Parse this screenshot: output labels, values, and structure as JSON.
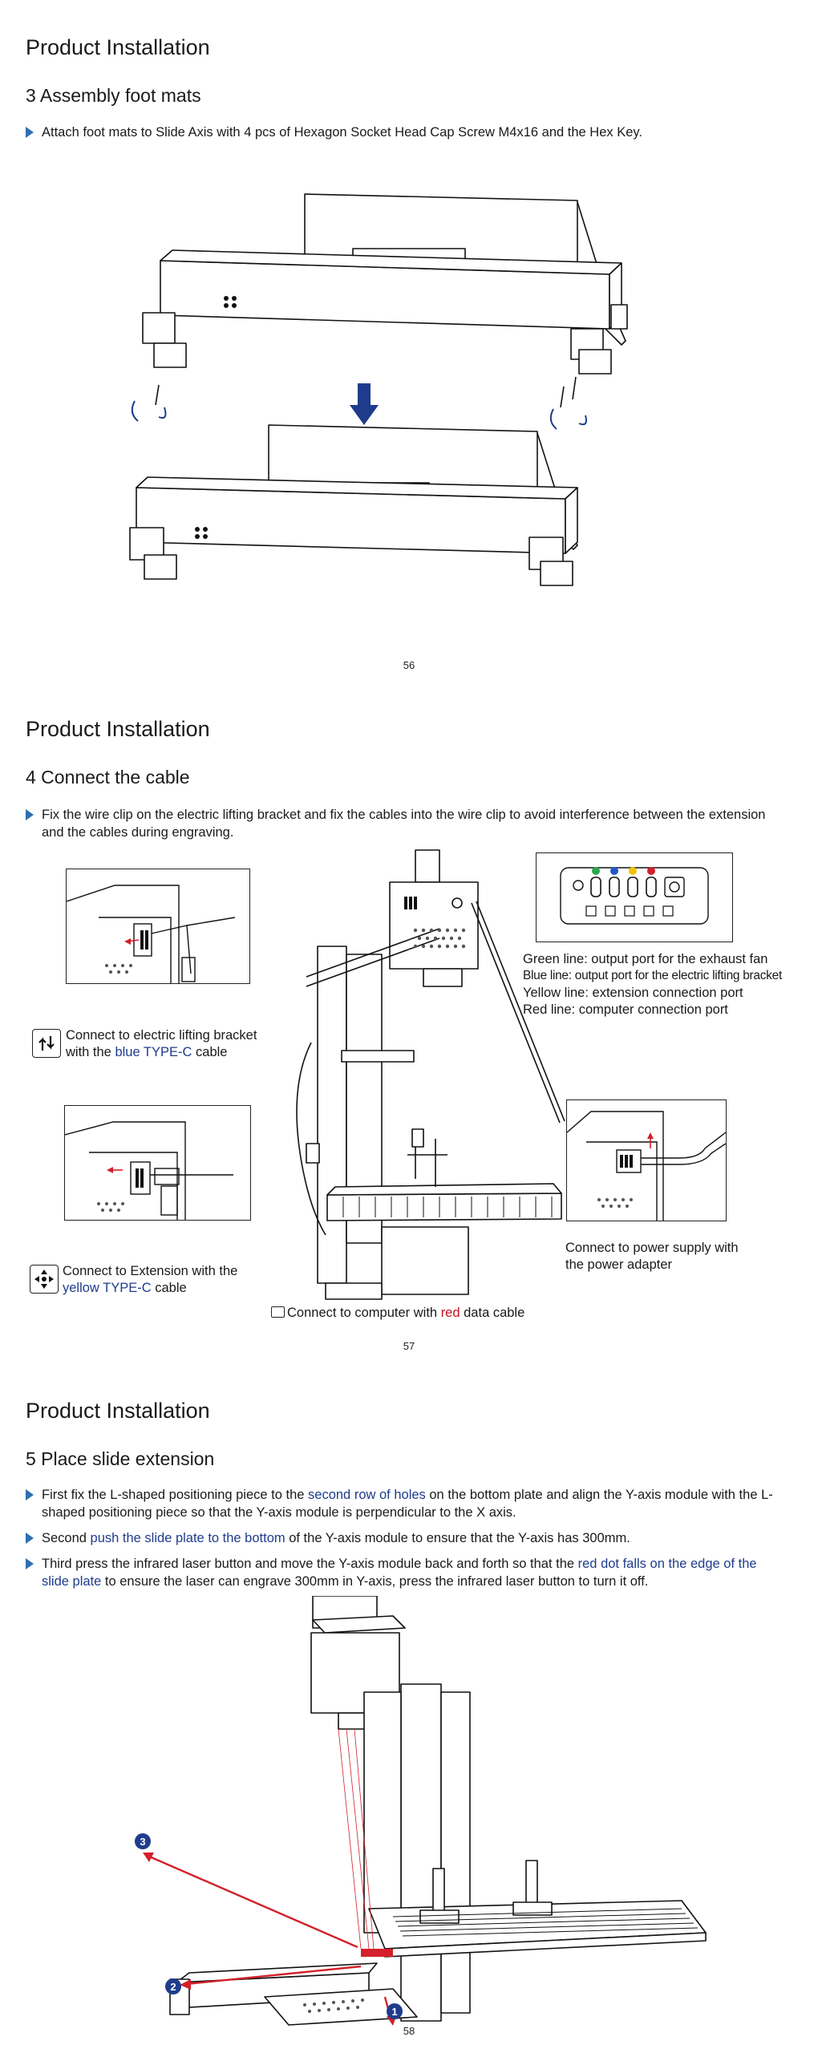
{
  "pages": [
    {
      "title": "Product Installation",
      "section": "3 Assembly foot mats",
      "bullets": [
        "Attach foot mats  to Slide Axis with 4 pcs of Hexagon Socket Head Cap Screw  M4x16  and the Hex Key."
      ],
      "page_number": "56"
    },
    {
      "title": "Product Installation",
      "section": "4 Connect the cable",
      "bullets": [
        "Fix the wire clip on the electric lifting bracket and fix the cables into the wire clip to avoid interference between the extension and the cables during engraving."
      ],
      "captions": {
        "lifting_a": "Connect to electric lifting bracket",
        "lifting_b": "with the ",
        "lifting_c": "blue TYPE-C",
        "lifting_d": " cable",
        "ext_a": "Connect to Extension with the",
        "ext_b": "yellow TYPE-C",
        "ext_c": " cable",
        "power_a": "Connect to power supply with",
        "power_b": "the power adapter",
        "computer_a": "Connect to computer with ",
        "computer_b": "red",
        "computer_c": " data cable"
      },
      "legend": [
        "Green line: output port for the exhaust fan",
        "Blue line: output port for the electric lifting bracket",
        "Yellow line: extension connection port",
        "Red line: computer connection port"
      ],
      "port_colors": [
        "#2aa84a",
        "#2356c9",
        "#f2c200",
        "#d3202a"
      ],
      "page_number": "57"
    },
    {
      "title": "Product Installation",
      "section": "5 Place slide extension",
      "bullet1": {
        "a": "First fix the L-shaped positioning piece to the ",
        "b": "second row of holes",
        "c": " on the bottom plate and align the Y-axis module with the L-shaped positioning piece so that the Y-axis module is perpendicular to the X axis."
      },
      "bullet2": {
        "a": "Second ",
        "b": "push the slide plate to the bottom",
        "c": " of the Y-axis module to ensure that the Y-axis has 300mm."
      },
      "bullet3": {
        "a": "Third press the infrared laser button and move the Y-axis module back and forth so that the ",
        "b": "red dot falls on the edge of the slide plate",
        "c": " to ensure the laser can engrave 300mm in Y-axis, press the infrared laser button to turn it off."
      },
      "markers": [
        "1",
        "2",
        "3"
      ],
      "page_number": "58"
    }
  ],
  "colors": {
    "accent": "#2f6fb0",
    "navy": "#1f3c8c",
    "red": "#c0131f",
    "arrow_red": "#d3202a",
    "arrow_navy": "#1f3c8c"
  }
}
